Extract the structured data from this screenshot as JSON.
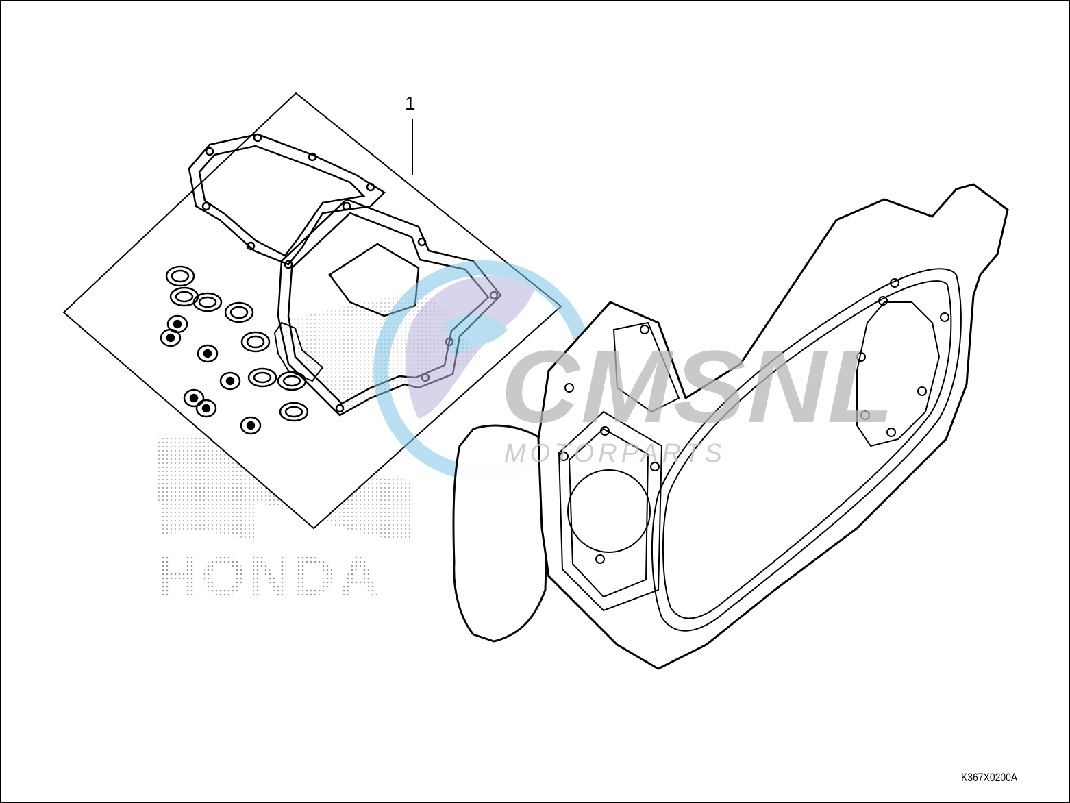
{
  "diagram": {
    "callouts": [
      {
        "label": "1"
      }
    ],
    "part_code": "K367X0200A",
    "brand_logo_text": "HONDA"
  },
  "watermark": {
    "brand": "CMSNL",
    "subtitle": "MOTORPARTS",
    "colors": {
      "globe_blue": "#7fc4e8",
      "globe_purple": "#b7b3dc",
      "text_gray": "#b8b8b8"
    }
  }
}
